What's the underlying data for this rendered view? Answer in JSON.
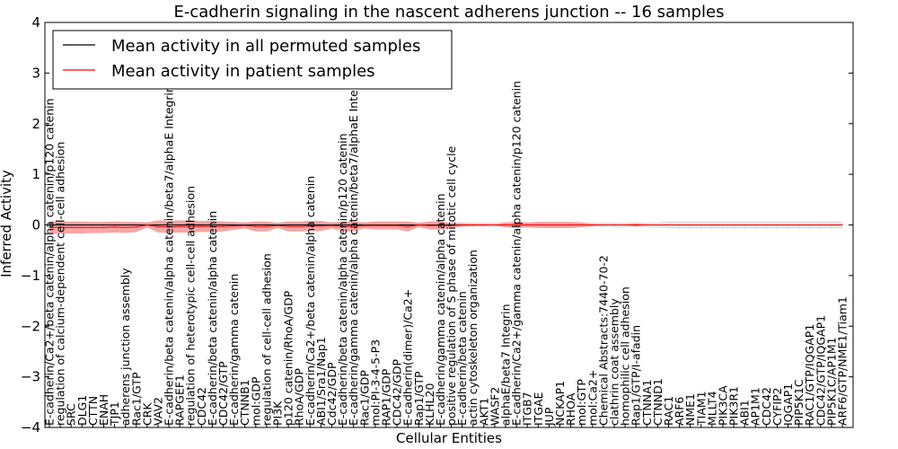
{
  "chart_data": {
    "type": "line",
    "title": "E-cadherin signaling in the nascent adherens junction -- 16 samples",
    "xlabel": "Cellular Entities",
    "ylabel": "Inferred Activity",
    "ylim": [
      -4,
      4
    ],
    "yticks": [
      "4",
      "3",
      "2",
      "1",
      "0",
      "−1",
      "−2",
      "−3",
      "−4"
    ],
    "yticks_values": [
      4,
      3,
      2,
      1,
      0,
      -1,
      -2,
      -3,
      -4
    ],
    "grid": false,
    "legend_position": "top-left",
    "categories": [
      "E-cadherin/Ca2+/beta catenin/alpha catenin/p120 catenin",
      "regulation of calcium-dependent cell-cell adhesion",
      "SRC",
      "DLG1",
      "CTTN",
      "ENAH",
      "TJP1",
      "adherens junction assembly",
      "Rac1/GTP",
      "CRK",
      "VAV2",
      "E-cadherin/beta catenin/alpha catenin/beta7/alphaE Integrin",
      "RAPGEF1",
      "regulation of heterotypic cell-cell adhesion",
      "CDC42",
      "E-cadherin/beta catenin/alpha catenin",
      "CDC42/GTP",
      "E-cadherin/gamma catenin",
      "CTNNB1",
      "mol:GDP",
      "regulation of cell-cell adhesion",
      "PI3K",
      "p120 catenin/RhoA/GDP",
      "RhoA/GDP",
      "E-cadherin/Ca2+/beta catenin/alpha catenin",
      "ABI1/Sra1/Nap1",
      "Cdc42/GDP",
      "E-cadherin/beta catenin/alpha catenin/p120 catenin",
      "E-cadherin/gamma catenin/alpha catenin/beta7/alphaE Integrin",
      "Rac1/GDP",
      "mol:PI-3-4-5-P3",
      "RAP1/GDP",
      "CDC42/GDP",
      "E-cadherin(dimer)/Ca2+",
      "Rap1/GTP",
      "KLHL20",
      "E-cadherin/gamma catenin/alpha catenin",
      "positive regulation of S phase of mitotic cell cycle",
      "E-cadherin/beta catenin",
      "actin cytoskeleton organization",
      "AKT1",
      "WASF2",
      "alphaE/beta7 Integrin",
      "E-cadherin/Ca2+/gamma catenin/alpha catenin/p120 catenin",
      "ITGB7",
      "ITGAE",
      "JUP",
      "NCKAP1",
      "RHOA",
      "mol:GTP",
      "mol:Ca2+",
      "Chemical Abstracts:7440-70-2",
      "clathrin coat assembly",
      "homophilic cell adhesion",
      "Rap1/GTP/I-afadin",
      "CTNNA1",
      "CTNND1",
      "RAC1",
      "ARF6",
      "NME1",
      "TIAM1",
      "MLLT4",
      "PIK3CA",
      "PIK3R1",
      "ABI1",
      "AP1M1",
      "CDC42",
      "CYFIP2",
      "IQGAP1",
      "PIP5K1C",
      "RAC1/GTP/IQGAP1",
      "CDC42/GTP/IQGAP1",
      "PIP5K1C/AP1M1",
      "ARF6/GTP/NME1/Tiam1"
    ],
    "series": [
      {
        "name": "Mean activity in all permuted samples",
        "color": "#000000",
        "band_color": "#cccccc",
        "values": [
          0.0,
          0.0,
          0.0,
          0.0,
          0.0,
          0.0,
          0.0,
          0.0,
          0.0,
          0.0,
          0.0,
          0.0,
          0.0,
          0.0,
          0.0,
          0.0,
          0.0,
          0.0,
          0.0,
          0.0,
          0.0,
          0.0,
          0.0,
          0.0,
          0.0,
          0.0,
          0.0,
          0.0,
          0.0,
          0.0,
          0.0,
          0.0,
          0.0,
          0.0,
          0.0,
          0.0,
          0.0,
          0.0,
          0.0,
          0.0,
          0.0,
          0.0,
          0.0,
          0.0,
          0.0,
          0.0,
          0.0,
          0.0,
          0.0,
          0.0,
          0.0,
          0.0,
          0.0,
          0.0,
          0.0,
          0.0,
          0.0,
          0.0,
          0.0,
          0.0,
          0.0,
          0.0,
          0.0,
          0.0,
          0.0,
          0.0,
          0.0,
          0.0,
          0.0,
          0.0,
          0.0,
          0.0,
          0.0,
          0.0
        ],
        "band": [
          0.05,
          0.05,
          0.05,
          0.05,
          0.05,
          0.05,
          0.05,
          0.05,
          0.05,
          0.05,
          0.05,
          0.05,
          0.05,
          0.05,
          0.05,
          0.05,
          0.05,
          0.05,
          0.05,
          0.05,
          0.05,
          0.05,
          0.05,
          0.05,
          0.05,
          0.05,
          0.05,
          0.05,
          0.05,
          0.05,
          0.05,
          0.05,
          0.05,
          0.05,
          0.05,
          0.05,
          0.05,
          0.05,
          0.05,
          0.05,
          0.05,
          0.05,
          0.05,
          0.05,
          0.05,
          0.05,
          0.05,
          0.05,
          0.05,
          0.05,
          0.05,
          0.05,
          0.05,
          0.05,
          0.05,
          0.05,
          0.05,
          0.07,
          0.07,
          0.07,
          0.07,
          0.07,
          0.07,
          0.07,
          0.07,
          0.07,
          0.07,
          0.07,
          0.07,
          0.07,
          0.07,
          0.07,
          0.07,
          0.07
        ]
      },
      {
        "name": "Mean activity in patient samples",
        "color": "#ff0000",
        "band_color": "#f28080",
        "values": [
          -0.05,
          -0.05,
          -0.05,
          -0.05,
          -0.05,
          -0.05,
          -0.04,
          -0.05,
          -0.04,
          0.0,
          -0.03,
          -0.04,
          -0.03,
          -0.03,
          -0.03,
          -0.03,
          -0.03,
          -0.02,
          -0.01,
          -0.03,
          -0.03,
          -0.01,
          -0.03,
          -0.03,
          -0.02,
          -0.02,
          -0.01,
          -0.03,
          -0.03,
          -0.01,
          -0.01,
          -0.01,
          -0.01,
          -0.03,
          0.0,
          -0.01,
          -0.01,
          -0.01,
          0.0,
          0.0,
          0.0,
          0.0,
          0.0,
          0.0,
          0.0,
          0.0,
          0.0,
          0.0,
          0.0,
          0.0,
          0.0,
          0.0,
          0.0,
          0.0,
          0.0,
          0.0,
          0.0,
          0.0,
          0.0,
          0.0,
          0.0,
          0.0,
          0.0,
          0.0,
          0.0,
          0.0,
          0.0,
          0.0,
          0.0,
          0.0,
          0.0,
          0.0,
          0.0,
          0.0
        ],
        "band": [
          0.12,
          0.12,
          0.12,
          0.12,
          0.11,
          0.11,
          0.11,
          0.11,
          0.1,
          0.05,
          0.12,
          0.12,
          0.12,
          0.12,
          0.11,
          0.11,
          0.1,
          0.08,
          0.06,
          0.1,
          0.1,
          0.05,
          0.1,
          0.1,
          0.1,
          0.1,
          0.06,
          0.1,
          0.1,
          0.06,
          0.08,
          0.08,
          0.08,
          0.1,
          0.04,
          0.08,
          0.08,
          0.05,
          0.03,
          0.02,
          0.02,
          0.01,
          0.05,
          0.06,
          0.05,
          0.06,
          0.06,
          0.06,
          0.06,
          0.05,
          0.02,
          0.01,
          0.01,
          0.01,
          0.03,
          0.01,
          0.0,
          0.0,
          0.0,
          0.0,
          0.0,
          0.0,
          0.0,
          0.0,
          0.0,
          0.0,
          0.0,
          0.0,
          0.0,
          0.0,
          0.0,
          0.0,
          0.0,
          0.0
        ]
      }
    ]
  }
}
